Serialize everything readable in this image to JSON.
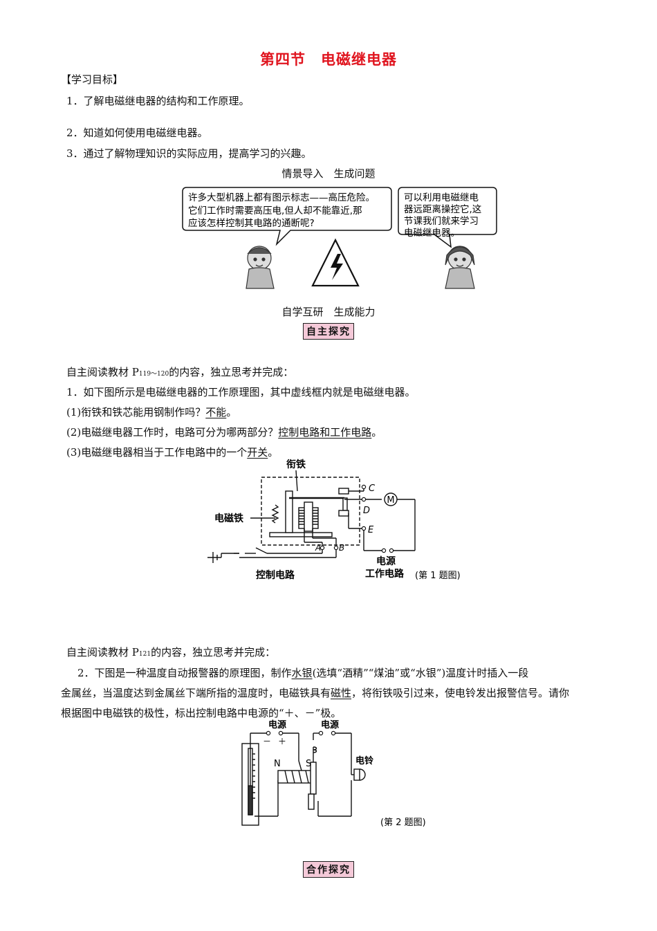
{
  "title": {
    "section": "第四节",
    "topic": "电磁继电器"
  },
  "goals_header": "【学习目标】",
  "goals": [
    "1．了解电磁继电器的结构和工作原理。",
    "2．知道如何使用电磁继电器。",
    "3．通过了解物理知识的实际应用，提高学习的兴趣。"
  ],
  "scene_header": "情景导入　生成问题",
  "speech_left": [
    "许多大型机器上都有图示标志——高压危险。",
    "它们工作时需要高压电,但人却不能靠近,那",
    "应该怎样控制其电路的通断呢?"
  ],
  "speech_right": [
    "可以利用电磁继电",
    "器远距离操控它,这",
    "节课我们就来学习",
    "电磁继电器。"
  ],
  "self_header": "自学互研　生成能力",
  "badge_self": "自主探究",
  "badge_coop": "合作探究",
  "read1": {
    "pre": "自主阅读教材 P",
    "pages": "119～120",
    "post": "的内容，独立思考并完成："
  },
  "q1": {
    "stem": "1．如下图所示是电磁继电器的工作原理图，其中虚线框内就是电磁继电器。",
    "a_pre": "(1)衔铁和铁芯能用钢制作吗？",
    "a_ans": "不能",
    "a_post": "。",
    "b_pre": "(2)电磁继电器工作时，电路可分为哪两部分？",
    "b_ans": "控制电路和工作电路",
    "b_post": "。",
    "c_pre": "(3)电磁继电器相当于工作电路中的一个",
    "c_ans": "开关",
    "c_post": "。"
  },
  "fig1": {
    "armature": "衔铁",
    "electromagnet": "电磁铁",
    "control": "控制电路",
    "power": "电源",
    "work": "工作电路",
    "caption": "(第 1 题图)",
    "motor": "M",
    "c": "C",
    "d": "D",
    "e": "E",
    "a": "A",
    "b": "B"
  },
  "read2": {
    "pre": "自主阅读教材 P",
    "pages": "121",
    "post": "的内容，独立思考并完成："
  },
  "q2": {
    "l1_pre": "2．下图是一种温度自动报警器的原理图，制作",
    "l1_ans": "水银",
    "l1_post": "(选填“酒精”“煤油”或“水银”)温度计时插入一段",
    "l2_pre": "金属丝，当温度达到金属丝下端所指的温度时，电磁铁具有",
    "l2_ans": "磁性",
    "l2_post": "，将衔铁吸引过来，使电铃发出报警信号。请你",
    "l3": "根据图中电磁铁的极性，标出控制电路中电源的“＋、－”极。"
  },
  "fig2": {
    "power1": "电源",
    "power2": "电源",
    "minus": "－",
    "plus": "＋",
    "n": "N",
    "s": "S",
    "bell": "电铃",
    "caption": "(第 2 题图)"
  }
}
